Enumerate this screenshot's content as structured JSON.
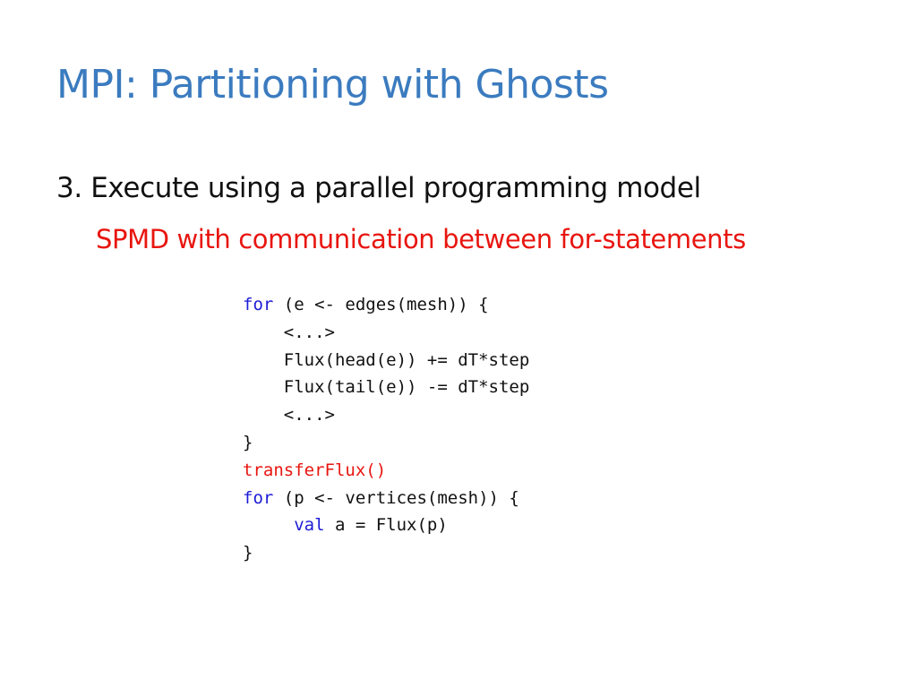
{
  "slide": {
    "title": "MPI: Partitioning with Ghosts",
    "bullet": "3. Execute using a parallel programming model",
    "subbullet": "SPMD with communication between for-statements"
  },
  "colors": {
    "title": "#3b7bbf",
    "subbullet": "#e8150f",
    "keyword": "#1c1cd6",
    "code_text": "#111111"
  },
  "code": {
    "line1": {
      "kw": "for",
      "rest": " (e <- edges(mesh)) {"
    },
    "line2": {
      "text": "    <...>"
    },
    "line3": {
      "text": "    Flux(head(e)) += dT*step"
    },
    "line4": {
      "text": "    Flux(tail(e)) -= dT*step"
    },
    "line5": {
      "text": "    <...>"
    },
    "line6": {
      "text": "}"
    },
    "line7": {
      "text": "transferFlux()"
    },
    "line8": {
      "kw": "for",
      "rest": " (p <- vertices(mesh)) {"
    },
    "line9": {
      "indent": "     ",
      "kw": "val",
      "rest": " a = Flux(p)"
    },
    "line10": {
      "text": "}"
    }
  }
}
